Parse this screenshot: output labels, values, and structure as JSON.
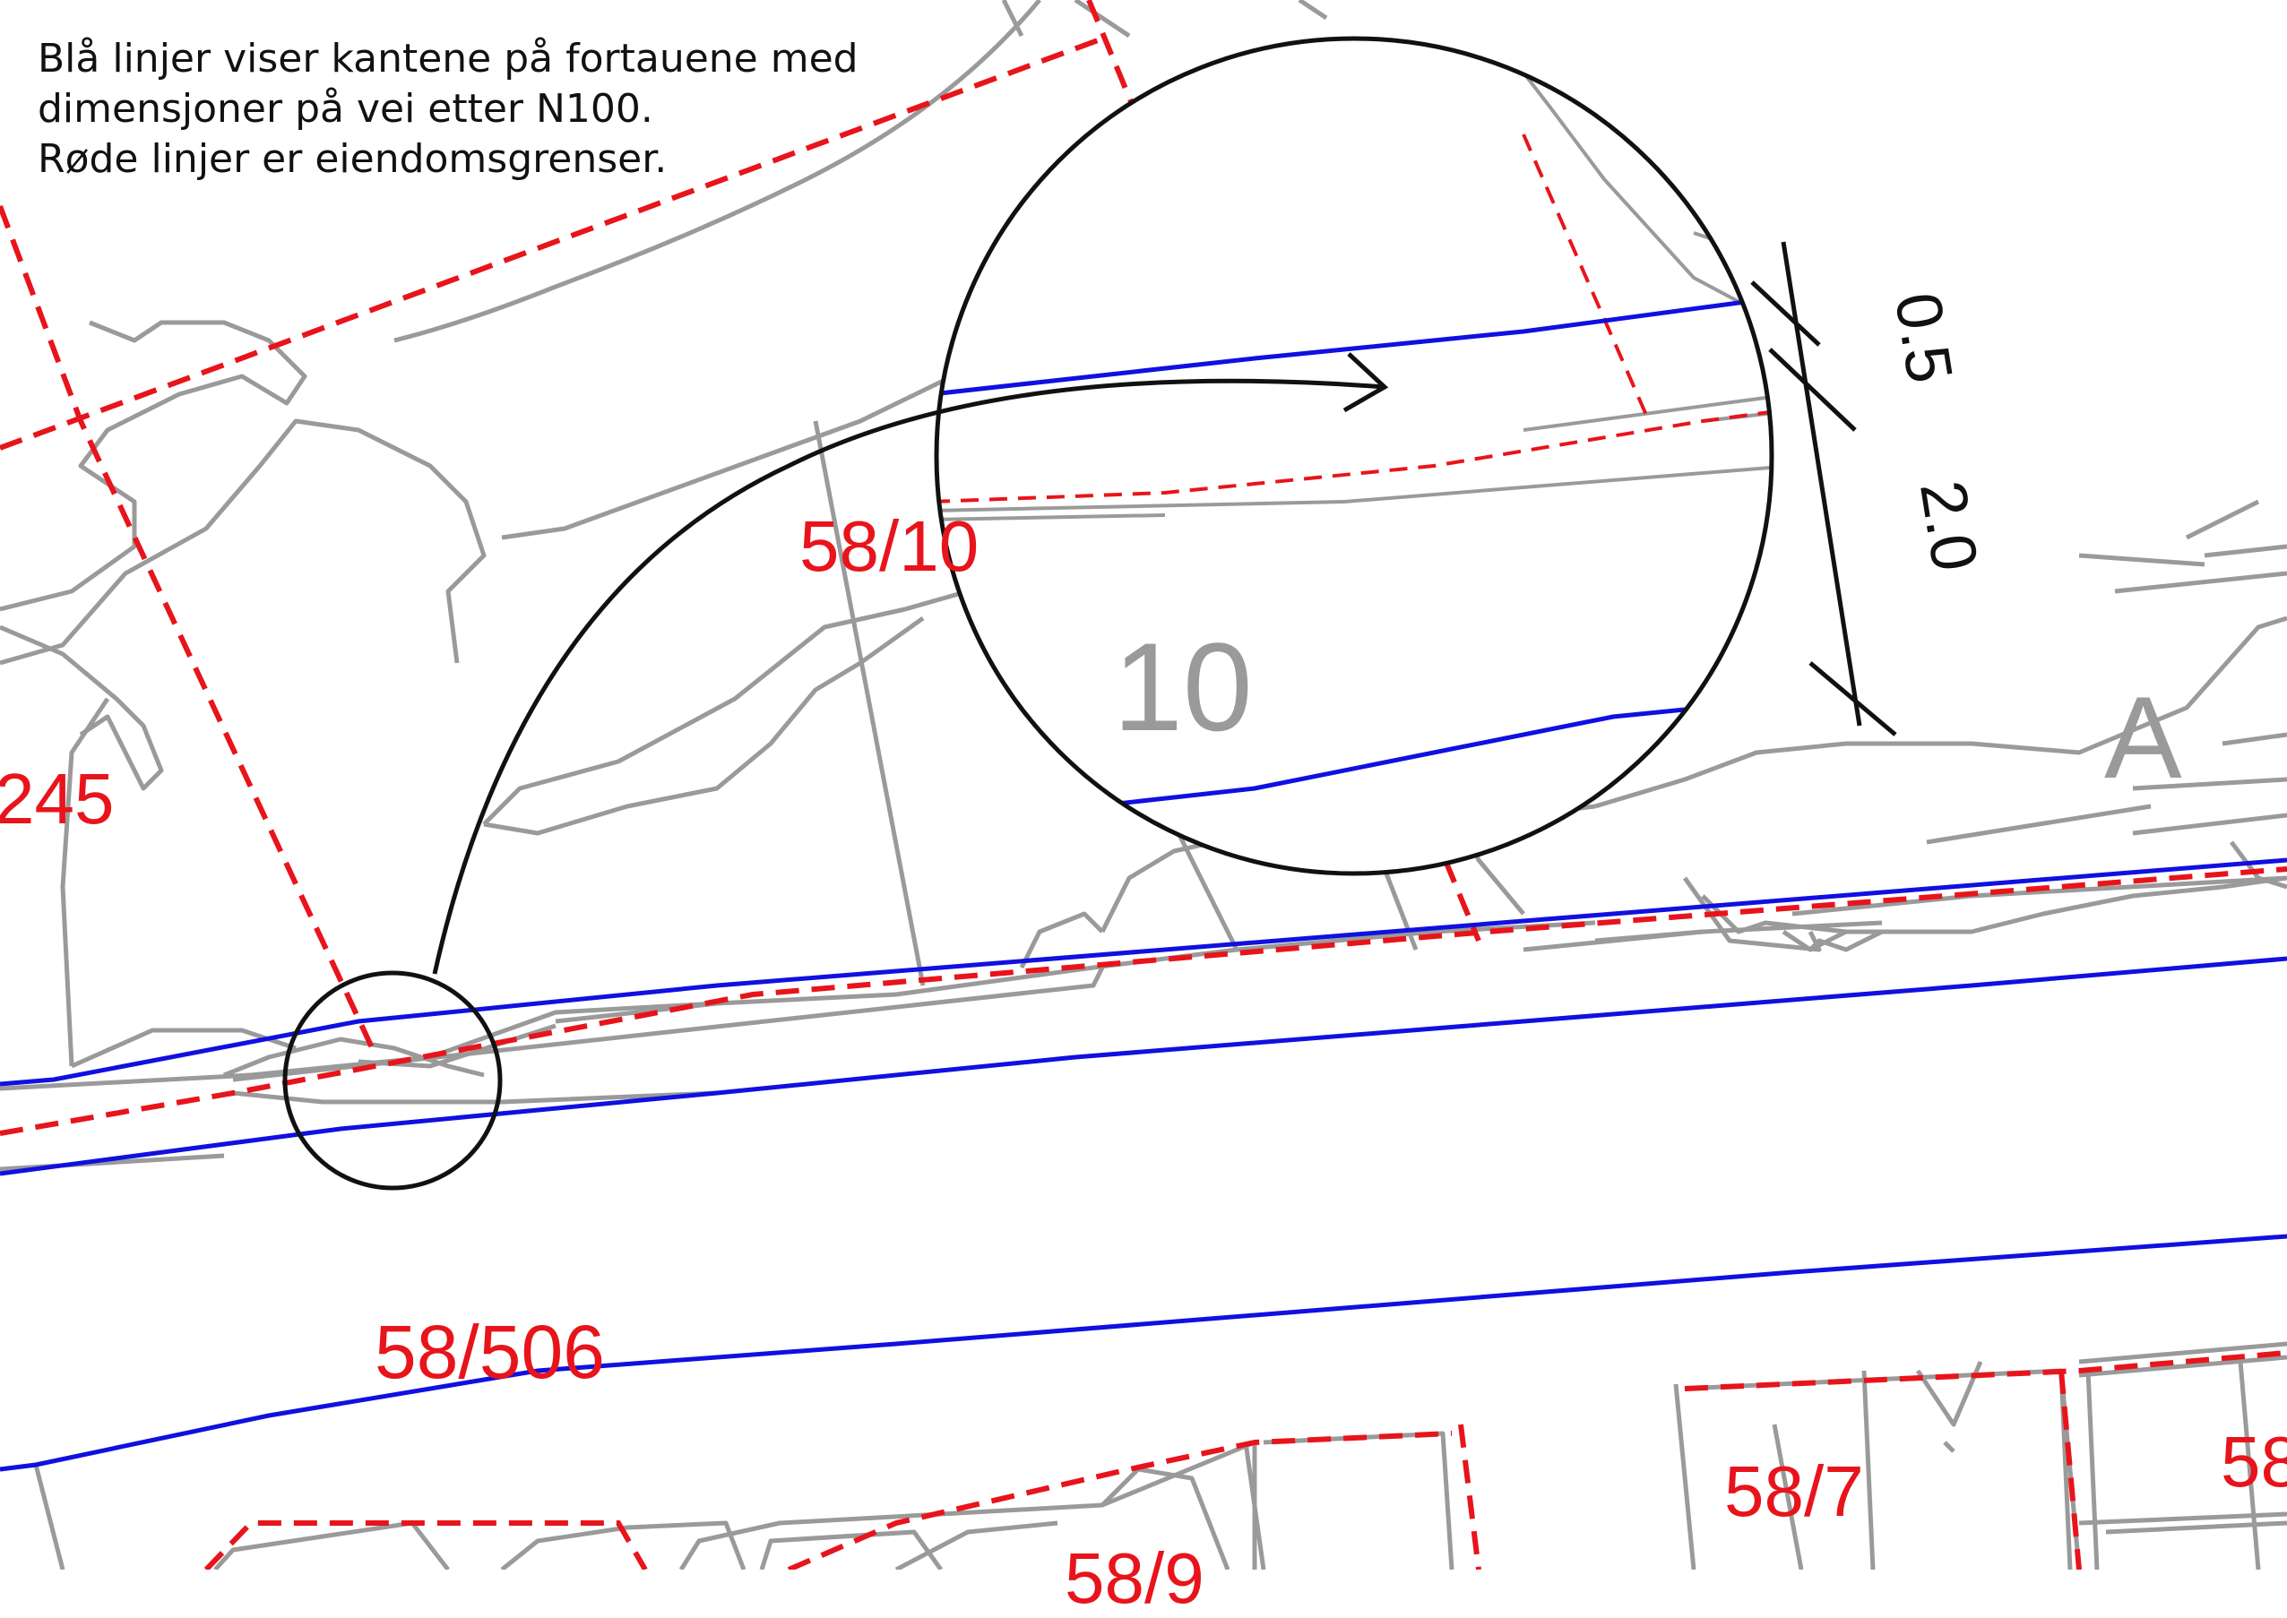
{
  "legend": {
    "line1": "Blå linjer viser kantene på fortauene med",
    "line2": "dimensjoner på vei etter N100.",
    "line3": "Røde linjer er eiendomsgrenser."
  },
  "parcels": {
    "p58_10": "58/10",
    "p245": "245",
    "p58_506": "58/506",
    "p58_7": "58/7",
    "p58_cut": "58",
    "p58_9_cut": "58/9"
  },
  "house_numbers": {
    "n10": "10",
    "nA": "A"
  },
  "detail": {
    "dim_sidewalk_offset": "0.5",
    "dim_sidewalk_width": "2.0"
  },
  "colors": {
    "property_boundary": "#e8141b",
    "sidewalk_edge": "#1010e0",
    "building_outline": "#9a9a9a",
    "annotation": "#111111"
  }
}
